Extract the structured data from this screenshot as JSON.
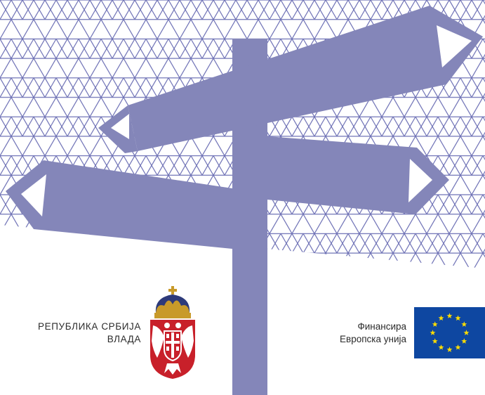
{
  "government": {
    "line1": "РЕПУБЛИКА СРБИЈА",
    "line2": "ВЛАДА"
  },
  "funding": {
    "line1": "Финансира",
    "line2": "Европска унија"
  },
  "colors": {
    "signpost": "#8486b9",
    "pattern": "#6f72b6",
    "eu_blue": "#0e47a1",
    "eu_star": "#ffdd00",
    "coat_red": "#c8202a",
    "crown_gold": "#c89a2a"
  },
  "icons": {
    "emblem": "serbia-coat-of-arms-icon",
    "flag": "eu-flag-icon"
  }
}
